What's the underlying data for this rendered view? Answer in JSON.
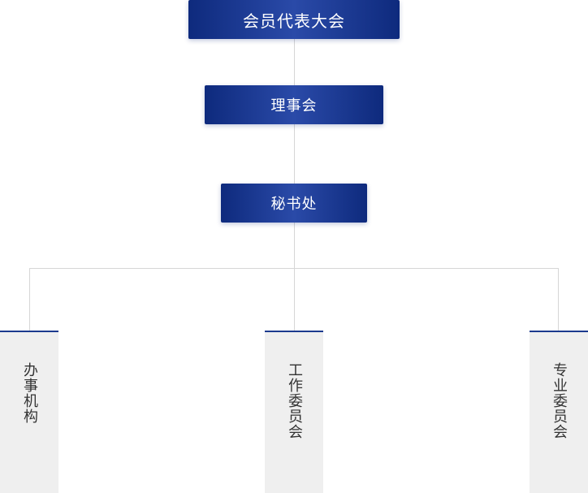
{
  "org_chart": {
    "general_assembly": "会员代表大会",
    "council": "理事会",
    "secretariat": "秘书处",
    "branches": [
      {
        "label": "办事机构"
      },
      {
        "label": "工作委员会"
      },
      {
        "label": "专业委员会"
      }
    ]
  },
  "colors": {
    "box_dark": "#0e2a7d",
    "box_light": "#2a4aa8",
    "connector": "#d6d6d6",
    "column_bg": "#efefef",
    "column_border": "#1c3a8e",
    "column_text": "#333333"
  }
}
